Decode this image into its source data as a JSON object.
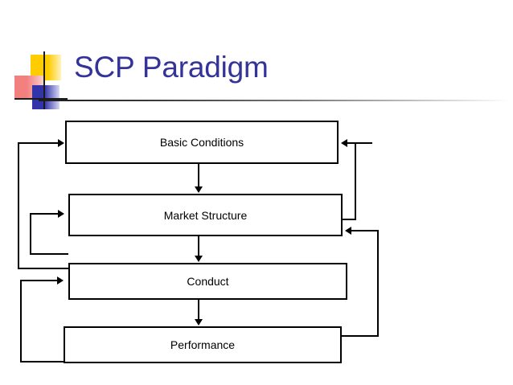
{
  "slide": {
    "title": "SCP Paradigm",
    "title_color": "#333399",
    "background": "#ffffff"
  },
  "decoration": {
    "yellow": "#FFCC00",
    "red": "#F2807E",
    "blue": "#3333AA",
    "crosshair": "#1a1a1a"
  },
  "chart_data": {
    "type": "diagram",
    "title": "SCP Paradigm",
    "nodes": [
      {
        "id": "basic-conditions",
        "label": "Basic Conditions"
      },
      {
        "id": "market-structure",
        "label": "Market Structure"
      },
      {
        "id": "conduct",
        "label": "Conduct"
      },
      {
        "id": "performance",
        "label": "Performance"
      }
    ],
    "edges": [
      {
        "from": "basic-conditions",
        "to": "market-structure",
        "kind": "forward-down"
      },
      {
        "from": "market-structure",
        "to": "conduct",
        "kind": "forward-down"
      },
      {
        "from": "conduct",
        "to": "performance",
        "kind": "forward-down"
      },
      {
        "from": "conduct",
        "to": "basic-conditions",
        "kind": "feedback-left"
      },
      {
        "from": "performance",
        "to": "market-structure",
        "kind": "feedback-left"
      },
      {
        "from": "performance",
        "to": "conduct",
        "kind": "feedback-left"
      },
      {
        "from": "market-structure",
        "to": "basic-conditions",
        "kind": "feedback-right"
      },
      {
        "from": "performance",
        "to": "market-structure",
        "kind": "feedback-right"
      }
    ],
    "line_color": "#000000",
    "node_fill": "#ffffff",
    "node_border": "#000000"
  }
}
